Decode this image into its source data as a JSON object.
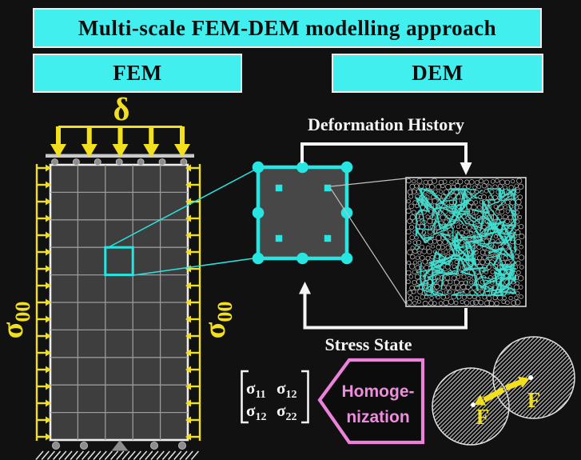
{
  "banners": {
    "title": "Multi-scale FEM-DEM modelling approach",
    "fem": "FEM",
    "dem": "DEM"
  },
  "fem_panel": {
    "displacement_label": "δ",
    "stress_left": {
      "base": "σ",
      "sub": "00"
    },
    "stress_right": {
      "base": "σ",
      "sub": "00"
    }
  },
  "flow": {
    "deformation_history": "Deformation History",
    "stress_state": "Stress State"
  },
  "matrix": {
    "rows": [
      [
        {
          "base": "σ",
          "sub": "11"
        },
        {
          "base": "σ",
          "sub": "12"
        }
      ],
      [
        {
          "base": "σ",
          "sub": "12"
        },
        {
          "base": "σ",
          "sub": "22"
        }
      ]
    ]
  },
  "homogenization": {
    "line1": "Homoge-",
    "line2": "nization"
  },
  "contact": {
    "force_left": "F",
    "force_right": "F"
  },
  "colors": {
    "background": "#111111",
    "banner": "#41efef",
    "yellow": "#f2e01e",
    "cyan": "#27e6e2",
    "web": "#3fdfd0",
    "magenta": "#ec82da",
    "white": "#f2f2f2",
    "mesh_fill": "#3e3e3e",
    "element_fill": "#474747",
    "grid_line": "#9a9a9a",
    "particle": "#b2b2b2",
    "support": "#8d8d8d"
  }
}
